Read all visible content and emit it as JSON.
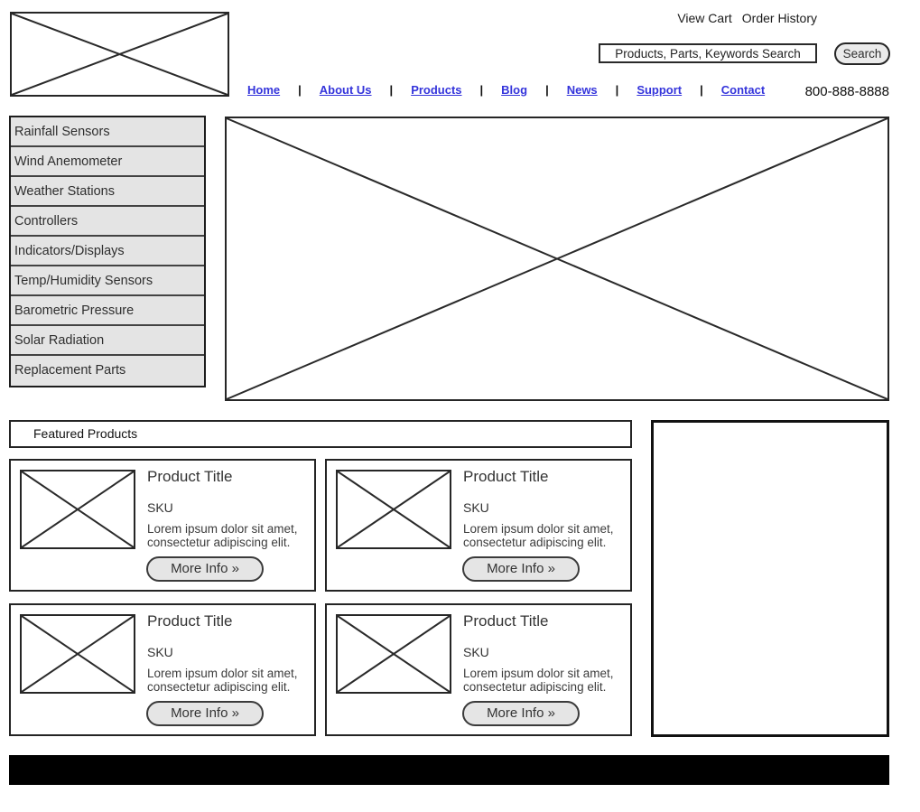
{
  "header": {
    "view_cart_label": "View Cart",
    "order_history_label": "Order History",
    "search_value": "Products, Parts, Keywords Search",
    "search_button_label": "Search",
    "phone": "800-888-8888",
    "nav_separator": "|",
    "nav_items": [
      "Home",
      "About Us",
      "Products",
      "Blog",
      "News",
      "Support",
      "Contact"
    ]
  },
  "sidebar": {
    "items": [
      "Rainfall Sensors",
      "Wind Anemometer",
      "Weather Stations",
      "Controllers",
      "Indicators/Displays",
      "Temp/Humidity Sensors",
      "Barometric Pressure",
      "Solar Radiation",
      "Replacement Parts"
    ]
  },
  "featured": {
    "title": "Featured Products",
    "products": [
      {
        "title": "Product Title",
        "sku": "SKU",
        "description": "Lorem ipsum dolor sit amet, consectetur adipiscing elit.",
        "button_label": "More Info »"
      },
      {
        "title": "Product Title",
        "sku": "SKU",
        "description": "Lorem ipsum dolor sit amet, consectetur adipiscing elit.",
        "button_label": "More Info »"
      },
      {
        "title": "Product Title",
        "sku": "SKU",
        "description": "Lorem ipsum dolor sit amet, consectetur adipiscing elit.",
        "button_label": "More Info »"
      },
      {
        "title": "Product Title",
        "sku": "SKU",
        "description": "Lorem ipsum dolor sit amet, consectetur adipiscing elit.",
        "button_label": "More Info »"
      }
    ]
  },
  "colors": {
    "link_blue": "#3434db",
    "panel_gray": "#e4e4e4",
    "button_gray": "#ebebeb",
    "border_dark": "#242424",
    "footer_black": "#000000"
  }
}
